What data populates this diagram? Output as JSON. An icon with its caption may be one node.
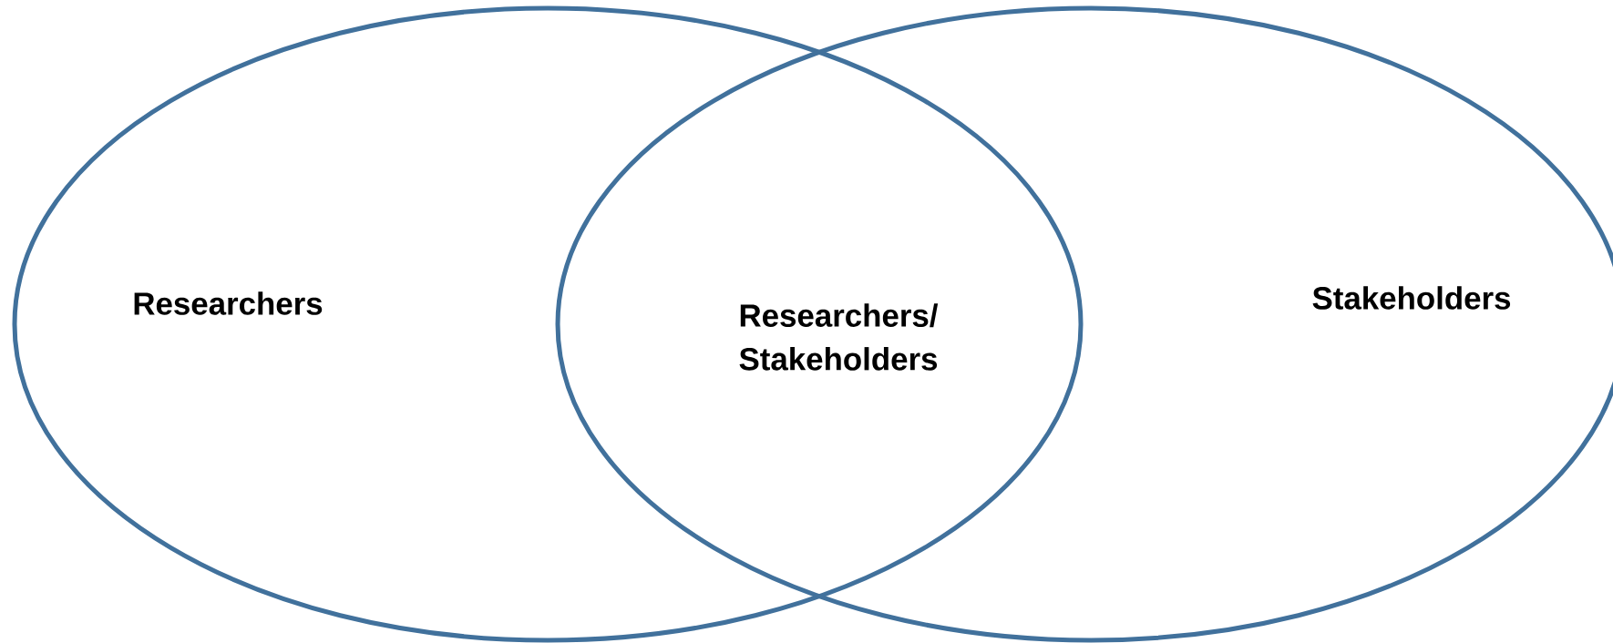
{
  "diagram": {
    "nodes": [
      {
        "text": [
          "Researchers"
        ]
      },
      {
        "text": [
          "Stakeholders"
        ]
      }
    ],
    "labels": [
      "Researchers/ Stakeholders"
    ]
  }
}
